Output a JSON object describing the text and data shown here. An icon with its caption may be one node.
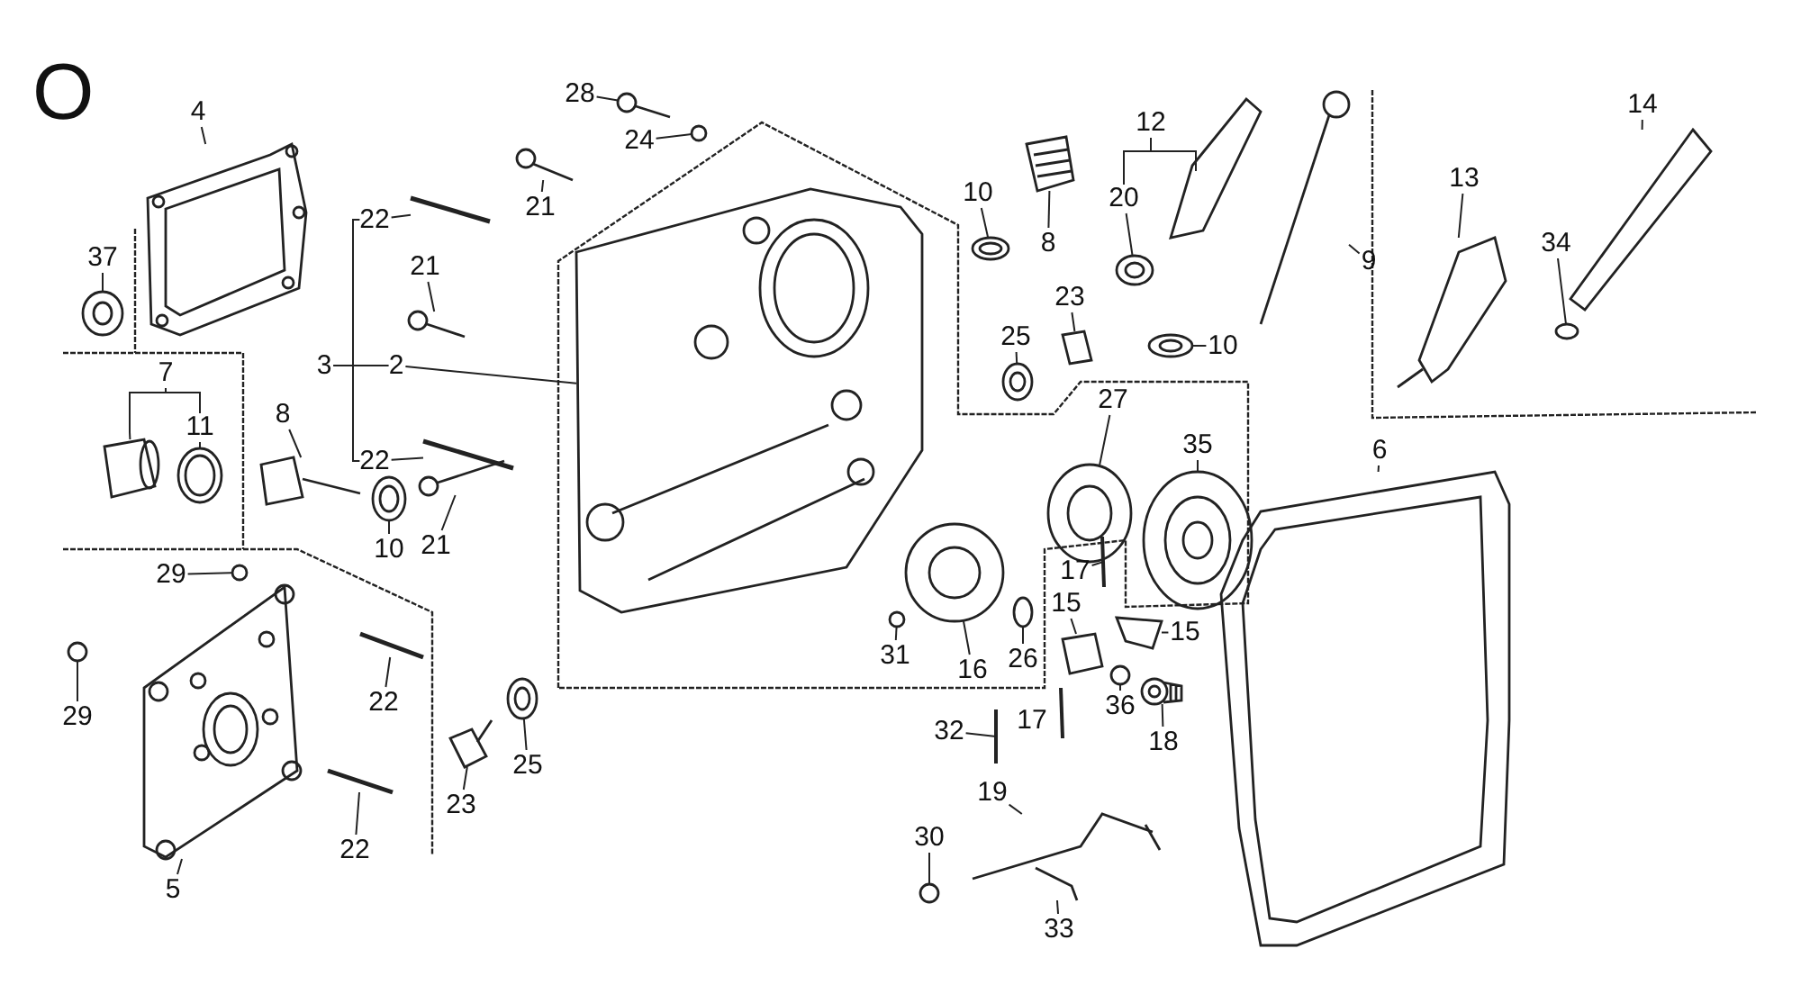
{
  "diagram": {
    "nodes": [
      {
        "text": [
          "4"
        ]
      },
      {
        "text": [
          "37"
        ]
      },
      {
        "text": [
          "28"
        ]
      },
      {
        "text": [
          "24"
        ]
      },
      {
        "text": [
          "21"
        ]
      },
      {
        "text": [
          "22"
        ]
      },
      {
        "text": [
          "21"
        ]
      },
      {
        "text": [
          "3"
        ]
      },
      {
        "text": [
          "2"
        ]
      },
      {
        "text": [
          "22"
        ]
      },
      {
        "text": [
          "7"
        ]
      },
      {
        "text": [
          "11"
        ]
      },
      {
        "text": [
          "8"
        ]
      },
      {
        "text": [
          "10"
        ]
      },
      {
        "text": [
          "21"
        ]
      },
      {
        "text": [
          "29"
        ]
      },
      {
        "text": [
          "29"
        ]
      },
      {
        "text": [
          "22"
        ]
      },
      {
        "text": [
          "5"
        ]
      },
      {
        "text": [
          "22"
        ]
      },
      {
        "text": [
          "23"
        ]
      },
      {
        "text": [
          "25"
        ]
      },
      {
        "text": [
          "10"
        ]
      },
      {
        "text": [
          "8"
        ]
      },
      {
        "text": [
          "12"
        ]
      },
      {
        "text": [
          "20"
        ]
      },
      {
        "text": [
          "9"
        ]
      },
      {
        "text": [
          "23"
        ]
      },
      {
        "text": [
          "25"
        ]
      },
      {
        "text": [
          "10"
        ]
      },
      {
        "text": [
          "27"
        ]
      },
      {
        "text": [
          "35"
        ]
      },
      {
        "text": [
          "13"
        ]
      },
      {
        "text": [
          "14"
        ]
      },
      {
        "text": [
          "34"
        ]
      },
      {
        "text": [
          "6"
        ]
      },
      {
        "text": [
          "31"
        ]
      },
      {
        "text": [
          "17"
        ]
      },
      {
        "text": [
          "15"
        ]
      },
      {
        "text": [
          "15"
        ]
      },
      {
        "text": [
          "16"
        ]
      },
      {
        "text": [
          "26"
        ]
      },
      {
        "text": [
          "36"
        ]
      },
      {
        "text": [
          "18"
        ]
      },
      {
        "text": [
          "32"
        ]
      },
      {
        "text": [
          "30"
        ]
      },
      {
        "text": [
          "19"
        ]
      },
      {
        "text": [
          "33"
        ]
      },
      {
        "text": [],
        "shape": "picture"
      },
      {
        "text": [],
        "shape": "picture"
      },
      {
        "text": [],
        "shape": "picture"
      },
      {
        "text": [],
        "shape": "circle"
      },
      {
        "text": [],
        "shape": "picture"
      },
      {
        "text": [],
        "shape": "picture"
      },
      {
        "text": [],
        "shape": "picture"
      },
      {
        "text": [],
        "shape": "picture"
      },
      {
        "text": [],
        "shape": "picture"
      },
      {
        "text": [],
        "shape": "picture"
      },
      {
        "text": [],
        "shape": "picture"
      },
      {
        "text": [],
        "shape": "picture"
      },
      {
        "text": [],
        "shape": "picture"
      },
      {
        "text": [],
        "shape": "picture"
      },
      {
        "text": [],
        "shape": "circle"
      },
      {
        "text": [],
        "shape": "circle"
      },
      {
        "text": [],
        "shape": "picture"
      },
      {
        "text": [],
        "shape": "picture"
      },
      {
        "text": [],
        "shape": "picture"
      },
      {
        "text": [],
        "shape": "picture"
      },
      {
        "text": [],
        "shape": "picture"
      },
      {
        "text": [],
        "shape": "picture"
      },
      {
        "text": [],
        "shape": "picture"
      },
      {
        "text": [],
        "shape": "picture"
      },
      {
        "text": [],
        "shape": "picture"
      },
      {
        "text": [],
        "shape": "picture"
      },
      {
        "text": [],
        "shape": "picture"
      },
      {
        "text": [],
        "shape": "picture"
      },
      {
        "text": [],
        "shape": "picture"
      },
      {
        "text": [],
        "shape": "picture"
      },
      {
        "text": [],
        "shape": "picture"
      },
      {
        "text": [],
        "shape": "picture"
      },
      {
        "text": [],
        "shape": "picture"
      },
      {
        "text": [],
        "shape": "circle"
      },
      {
        "text": [],
        "shape": "picture"
      },
      {
        "text": [],
        "shape": "circle"
      },
      {
        "text": [],
        "shape": "picture"
      },
      {
        "text": [],
        "shape": "picture"
      },
      {
        "text": [],
        "shape": "picture"
      },
      {
        "text": [],
        "shape": "picture"
      },
      {
        "text": [],
        "shape": "picture"
      },
      {
        "text": [],
        "shape": "circle"
      },
      {
        "text": [],
        "shape": "picture"
      },
      {
        "text": [],
        "shape": "picture"
      },
      {
        "text": [],
        "shape": "circle"
      },
      {
        "text": [],
        "shape": "picture"
      },
      {
        "text": [],
        "shape": "picture"
      }
    ],
    "edges": [
      {
        "from": 0,
        "to": 48,
        "arrow": "none"
      },
      {
        "from": 1,
        "to": 49,
        "arrow": "none"
      },
      {
        "from": 2,
        "to": 50,
        "arrow": "none"
      },
      {
        "from": 3,
        "to": 51,
        "arrow": "none"
      },
      {
        "from": 4,
        "to": 52,
        "arrow": "none"
      },
      {
        "from": 5,
        "to": 53,
        "arrow": "none"
      },
      {
        "from": 6,
        "to": 54,
        "arrow": "none"
      },
      {
        "from": 7,
        "to": 8,
        "arrow": "none"
      },
      {
        "from": 7,
        "to": 5,
        "arrow": "none"
      },
      {
        "from": 7,
        "to": 9,
        "arrow": "none"
      },
      {
        "from": 8,
        "to": 55,
        "arrow": "none"
      },
      {
        "from": 9,
        "to": 56,
        "arrow": "none"
      },
      {
        "from": 10,
        "to": 57,
        "arrow": "none"
      },
      {
        "from": 10,
        "to": 11,
        "arrow": "none"
      },
      {
        "from": 11,
        "to": 58,
        "arrow": "none"
      },
      {
        "from": 12,
        "to": 59,
        "arrow": "none"
      },
      {
        "from": 13,
        "to": 60,
        "arrow": "none"
      },
      {
        "from": 14,
        "to": 61,
        "arrow": "none"
      },
      {
        "from": 15,
        "to": 62,
        "arrow": "none"
      },
      {
        "from": 16,
        "to": 63,
        "arrow": "none"
      },
      {
        "from": 17,
        "to": 64,
        "arrow": "none"
      },
      {
        "from": 18,
        "to": 65,
        "arrow": "none"
      },
      {
        "from": 19,
        "to": 66,
        "arrow": "none"
      },
      {
        "from": 20,
        "to": 67,
        "arrow": "none"
      },
      {
        "from": 21,
        "to": 68,
        "arrow": "none"
      },
      {
        "from": 22,
        "to": 69,
        "arrow": "none"
      },
      {
        "from": 23,
        "to": 70,
        "arrow": "none"
      },
      {
        "from": 24,
        "to": 25,
        "arrow": "none"
      },
      {
        "from": 24,
        "to": 71,
        "arrow": "none"
      },
      {
        "from": 25,
        "to": 72,
        "arrow": "none"
      },
      {
        "from": 26,
        "to": 73,
        "arrow": "none"
      },
      {
        "from": 27,
        "to": 74,
        "arrow": "none"
      },
      {
        "from": 28,
        "to": 75,
        "arrow": "none"
      },
      {
        "from": 29,
        "to": 76,
        "arrow": "none"
      },
      {
        "from": 30,
        "to": 77,
        "arrow": "none"
      },
      {
        "from": 31,
        "to": 78,
        "arrow": "none"
      },
      {
        "from": 32,
        "to": 79,
        "arrow": "none"
      },
      {
        "from": 33,
        "to": 80,
        "arrow": "none"
      },
      {
        "from": 34,
        "to": 81,
        "arrow": "none"
      },
      {
        "from": 35,
        "to": 82,
        "arrow": "none"
      },
      {
        "from": 36,
        "to": 83,
        "arrow": "none"
      },
      {
        "from": 37,
        "to": 84,
        "arrow": "none"
      },
      {
        "from": 38,
        "to": 85,
        "arrow": "none"
      },
      {
        "from": 39,
        "to": 86,
        "arrow": "none"
      },
      {
        "from": 40,
        "to": 87,
        "arrow": "none"
      },
      {
        "from": 41,
        "to": 88,
        "arrow": "none"
      },
      {
        "from": 42,
        "to": 89,
        "arrow": "none"
      },
      {
        "from": 43,
        "to": 90,
        "arrow": "none"
      },
      {
        "from": 44,
        "to": 91,
        "arrow": "none"
      },
      {
        "from": 45,
        "to": 92,
        "arrow": "none"
      },
      {
        "from": 46,
        "to": 93,
        "arrow": "none"
      },
      {
        "from": 47,
        "to": 94,
        "arrow": "none"
      }
    ],
    "labels": [
      "O",
      "17"
    ]
  }
}
